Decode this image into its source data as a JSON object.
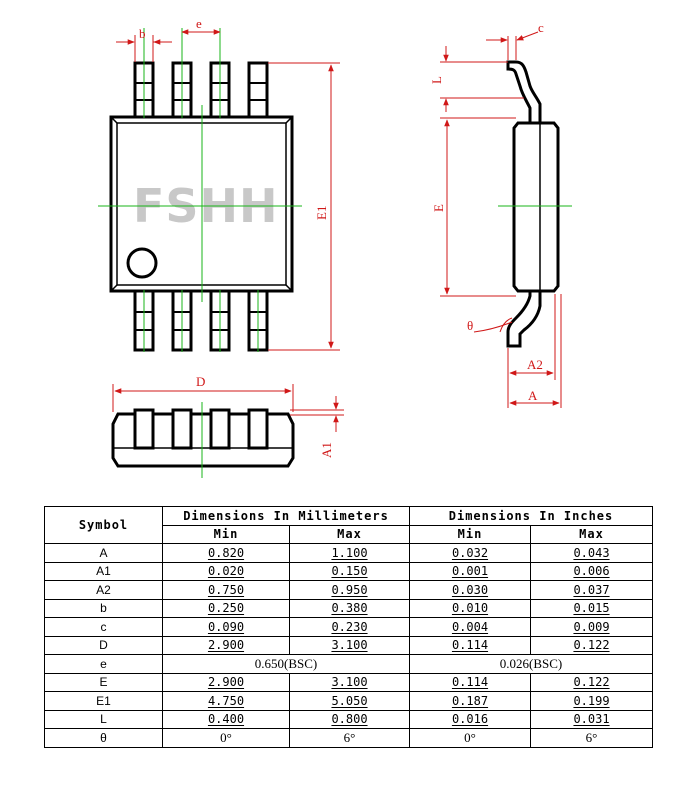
{
  "diagram": {
    "labels": {
      "b": "b",
      "e": "e",
      "c": "c",
      "L": "L",
      "E": "E",
      "E1": "E1",
      "D": "D",
      "A1": "A1",
      "A2": "A2",
      "A": "A",
      "theta": "θ"
    },
    "watermark": "FSHH",
    "colors": {
      "outline": "#000000",
      "dimension": "#d01818",
      "center_line": "#19b419",
      "watermark": "#c8c8c8"
    }
  },
  "table": {
    "symbol_header": "Symbol",
    "mm_header": "Dimensions In Millimeters",
    "in_header": "Dimensions In Inches",
    "min_label": "Min",
    "max_label": "Max",
    "rows": [
      {
        "symbol": "A",
        "mm_min": "0.820",
        "mm_max": "1.100",
        "in_min": "0.032",
        "in_max": "0.043"
      },
      {
        "symbol": "A1",
        "mm_min": "0.020",
        "mm_max": "0.150",
        "in_min": "0.001",
        "in_max": "0.006"
      },
      {
        "symbol": "A2",
        "mm_min": "0.750",
        "mm_max": "0.950",
        "in_min": "0.030",
        "in_max": "0.037"
      },
      {
        "symbol": "b",
        "mm_min": "0.250",
        "mm_max": "0.380",
        "in_min": "0.010",
        "in_max": "0.015"
      },
      {
        "symbol": "c",
        "mm_min": "0.090",
        "mm_max": "0.230",
        "in_min": "0.004",
        "in_max": "0.009"
      },
      {
        "symbol": "D",
        "mm_min": "2.900",
        "mm_max": "3.100",
        "in_min": "0.114",
        "in_max": "0.122"
      },
      {
        "symbol": "e",
        "mm_bsc": "0.650(BSC)",
        "in_bsc": "0.026(BSC)"
      },
      {
        "symbol": "E",
        "mm_min": "2.900",
        "mm_max": "3.100",
        "in_min": "0.114",
        "in_max": "0.122"
      },
      {
        "symbol": "E1",
        "mm_min": "4.750",
        "mm_max": "5.050",
        "in_min": "0.187",
        "in_max": "0.199"
      },
      {
        "symbol": "L",
        "mm_min": "0.400",
        "mm_max": "0.800",
        "in_min": "0.016",
        "in_max": "0.031"
      },
      {
        "symbol": "θ",
        "mm_min": "0°",
        "mm_max": "6°",
        "in_min": "0°",
        "in_max": "6°"
      }
    ]
  }
}
